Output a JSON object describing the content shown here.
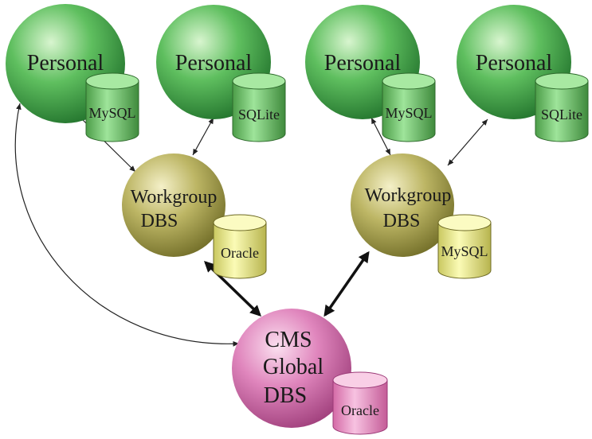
{
  "nodes": {
    "personal_1": {
      "label": "Personal",
      "db": "MySQL"
    },
    "personal_2": {
      "label": "Personal",
      "db": "SQLite"
    },
    "personal_3": {
      "label": "Personal",
      "db": "MySQL"
    },
    "personal_4": {
      "label": "Personal",
      "db": "SQLite"
    },
    "workgroup_1": {
      "label_line1": "Workgroup",
      "label_line2": "DBS",
      "db": "Oracle"
    },
    "workgroup_2": {
      "label_line1": "Workgroup",
      "label_line2": "DBS",
      "db": "MySQL"
    },
    "global": {
      "label_line1": "CMS",
      "label_line2": "Global",
      "label_line3": "DBS",
      "db": "Oracle"
    }
  },
  "colors": {
    "personal": "#4fae4f",
    "workgroup": "#b9b060",
    "global": "#dd7ab5",
    "personal_db": "#8fd88a",
    "workgroup_db": "#eeee99",
    "global_db": "#ee99cc"
  }
}
